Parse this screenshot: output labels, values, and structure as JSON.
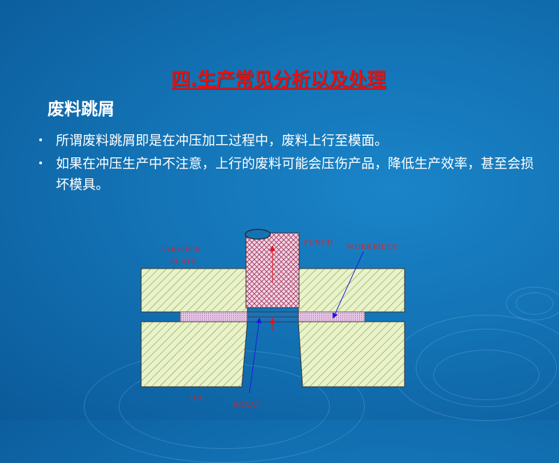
{
  "slide": {
    "title": "四.生产常见分析以及处理",
    "subtitle": "废料跳屑",
    "bullets": [
      "所谓废料跳屑即是在冲压加工过程中，废料上行至模面。",
      "如果在冲压生产中不注意，上行的废料可能会压伤产品，降低生产效率，甚至会损坏模具。"
    ],
    "bullet_marker": "•"
  },
  "diagram": {
    "labels": {
      "stripper_line1": "STRIPPER",
      "stripper_line2": "PLATE",
      "punch": "PUNCH",
      "workpiece": "WORKPIECE",
      "die": "DIE",
      "scrap": "SCRAP"
    },
    "colors": {
      "label_text": "#d8232a",
      "block_fill": "#e9f2c8",
      "block_hatch": "#6a8a3a",
      "punch_fill": "#f4d6e4",
      "punch_hatch": "#9c2a55",
      "workpiece_fill": "#e8c8e8",
      "scrap_fill": "#1d73b8",
      "arrow_red": "#e0141a",
      "arrow_blue": "#1a1adb"
    }
  }
}
